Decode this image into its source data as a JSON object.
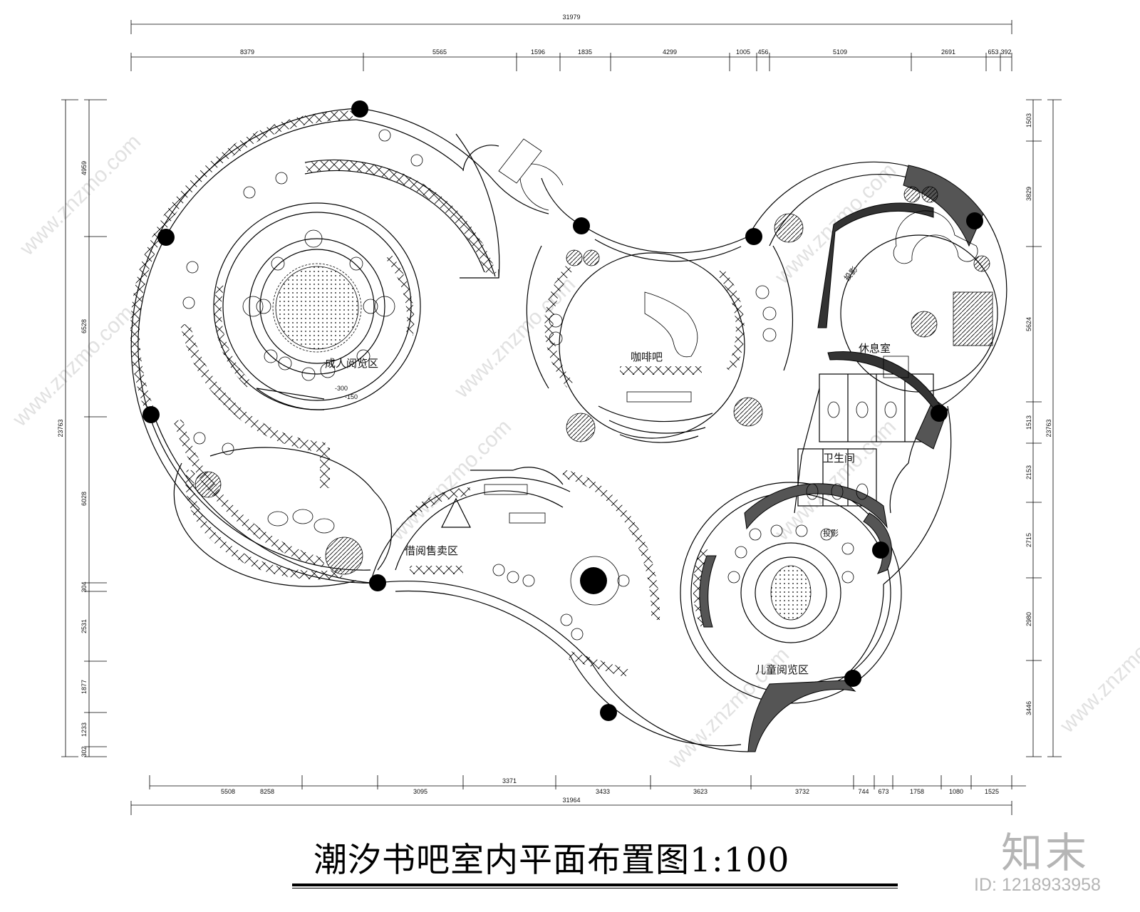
{
  "title": "潮汐书吧室内平面布置图1:100",
  "rooms": {
    "adult_reading": "成人阅览区",
    "cafe": "咖啡吧",
    "lounge": "休息室",
    "projection_top": "投影",
    "restroom": "卫生间",
    "projection_bottom": "投影",
    "borrow_sale": "借阅售卖区",
    "kids_reading": "儿童阅览区"
  },
  "levels": [
    "-300",
    "-150"
  ],
  "dims": {
    "top_total": "31979",
    "top": [
      "8379",
      "5565",
      "1596",
      "1835",
      "4299",
      "1005",
      "456",
      "5109",
      "2691",
      "653",
      "392"
    ],
    "bottom_total": "31964",
    "bottom": [
      "5508",
      "8258",
      "3095",
      "3371",
      "3433",
      "3623",
      "3732",
      "744",
      "673",
      "1758",
      "1080",
      "1525"
    ],
    "left_total": "23763",
    "left": [
      "4959",
      "6528",
      "6028",
      "304",
      "2531",
      "1877",
      "1233",
      "302"
    ],
    "right_total": "23763",
    "right": [
      "1503",
      "3829",
      "5624",
      "1513",
      "2153",
      "2715",
      "2980",
      "3446"
    ]
  },
  "watermark": {
    "site": "www.znzmo.com",
    "brand": "知末网",
    "logo": "知末",
    "id": "ID: 1218933958"
  }
}
